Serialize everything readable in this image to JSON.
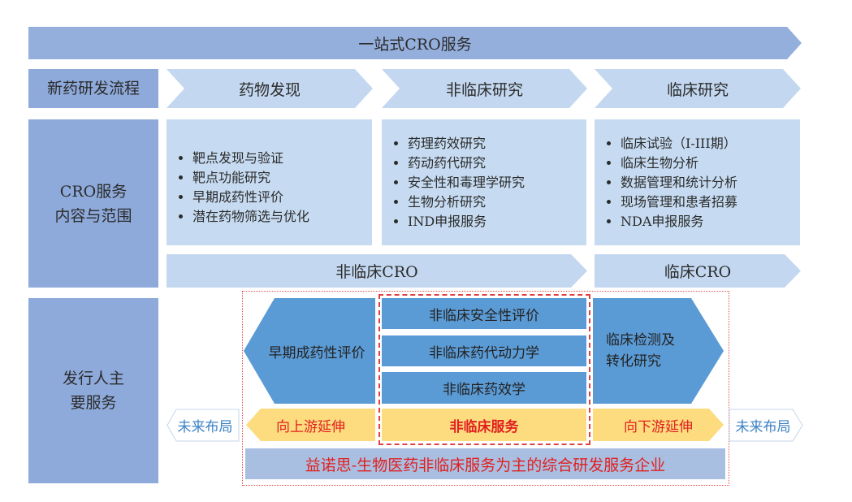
{
  "banner": "一站式CRO服务",
  "row_labels": [
    "新药研发流程",
    "CRO服务内容与范围",
    "发行人主要服务"
  ],
  "stages": [
    "药物发现",
    "非临床研究",
    "临床研究"
  ],
  "services": [
    [
      "靶点发现与验证",
      "靶点功能研究",
      "早期成药性评价",
      "潜在药物筛选与优化"
    ],
    [
      "药理药效研究",
      "药动药代研究",
      "安全性和毒理学研究",
      "生物分析研究",
      "IND申报服务"
    ],
    [
      "临床试验（I-III期）",
      "临床生物分析",
      "数据管理和统计分析",
      "现场管理和患者招募",
      "NDA申报服务"
    ]
  ],
  "cro_types": [
    "非临床CRO",
    "临床CRO"
  ],
  "issuer": {
    "upstream": "早期成药性评价",
    "core": [
      "非临床安全性评价",
      "非临床药代动力学",
      "非临床药效学"
    ],
    "downstream": "临床检测及转化研究",
    "upstream_ext": "向上游延伸",
    "core_label": "非临床服务",
    "downstream_ext": "向下游延伸",
    "future_left": "未来布局",
    "future_right": "未来布局",
    "summary": "益诺思-生物医药非临床服务为主的综合研发服务企业"
  },
  "colors": {
    "label": "#8eaadb",
    "light": "#c3d8f0",
    "blue": "#5b9bd5",
    "yellow": "#fcdc7e",
    "red": "#e02020"
  }
}
